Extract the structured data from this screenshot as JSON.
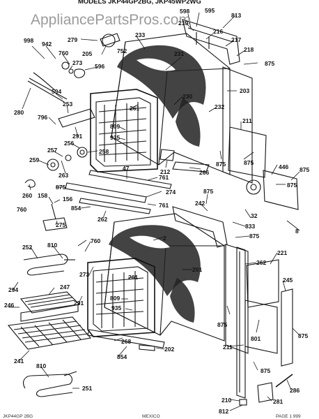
{
  "header": {
    "title": "MODELS JKP44GP2BG, JKP45WP2WG"
  },
  "watermark": {
    "text": "AppliancePartsPros.com"
  },
  "footer": {
    "left": "JKP44GP 2BG",
    "center": "MEXICO",
    "right": "PAGE 1 999"
  },
  "parts": [
    {
      "id": "p598",
      "label": "598"
    },
    {
      "id": "p595",
      "label": "595"
    },
    {
      "id": "p813",
      "label": "813"
    },
    {
      "id": "p219",
      "label": "219"
    },
    {
      "id": "p216",
      "label": "216"
    },
    {
      "id": "p217",
      "label": "217"
    },
    {
      "id": "p218",
      "label": "218"
    },
    {
      "id": "p875a",
      "label": "875"
    },
    {
      "id": "p998",
      "label": "998"
    },
    {
      "id": "p942",
      "label": "942"
    },
    {
      "id": "p279",
      "label": "279"
    },
    {
      "id": "p233",
      "label": "233"
    },
    {
      "id": "p760a",
      "label": "760"
    },
    {
      "id": "p205",
      "label": "205"
    },
    {
      "id": "p752",
      "label": "752"
    },
    {
      "id": "p273a",
      "label": "273"
    },
    {
      "id": "p231",
      "label": "231"
    },
    {
      "id": "p596",
      "label": "596"
    },
    {
      "id": "p594",
      "label": "594"
    },
    {
      "id": "p230",
      "label": "230"
    },
    {
      "id": "p203",
      "label": "203"
    },
    {
      "id": "p280",
      "label": "280"
    },
    {
      "id": "p253",
      "label": "253"
    },
    {
      "id": "p261a",
      "label": "261"
    },
    {
      "id": "p232",
      "label": "232"
    },
    {
      "id": "p796",
      "label": "796"
    },
    {
      "id": "p291a",
      "label": "291"
    },
    {
      "id": "p809a",
      "label": "809"
    },
    {
      "id": "p935a",
      "label": "935"
    },
    {
      "id": "p211a",
      "label": "211"
    },
    {
      "id": "p256",
      "label": "256"
    },
    {
      "id": "p257",
      "label": "257"
    },
    {
      "id": "p258",
      "label": "258"
    },
    {
      "id": "p212",
      "label": "212"
    },
    {
      "id": "p266",
      "label": "266"
    },
    {
      "id": "p875b",
      "label": "875"
    },
    {
      "id": "p875c",
      "label": "875"
    },
    {
      "id": "p259",
      "label": "259"
    },
    {
      "id": "p263",
      "label": "263"
    },
    {
      "id": "p47",
      "label": "47"
    },
    {
      "id": "p446",
      "label": "446"
    },
    {
      "id": "p875d",
      "label": "875"
    },
    {
      "id": "p761a",
      "label": "761"
    },
    {
      "id": "p260",
      "label": "260"
    },
    {
      "id": "p875e",
      "label": "875"
    },
    {
      "id": "p274",
      "label": "274"
    },
    {
      "id": "p158",
      "label": "158"
    },
    {
      "id": "p156",
      "label": "156"
    },
    {
      "id": "p875f",
      "label": "875"
    },
    {
      "id": "p875g",
      "label": "875"
    },
    {
      "id": "p854a",
      "label": "854"
    },
    {
      "id": "p761b",
      "label": "761"
    },
    {
      "id": "p242",
      "label": "242"
    },
    {
      "id": "p760b",
      "label": "760"
    },
    {
      "id": "p262a",
      "label": "262"
    },
    {
      "id": "p32",
      "label": "32"
    },
    {
      "id": "p275",
      "label": "275"
    },
    {
      "id": "p833",
      "label": "833"
    },
    {
      "id": "p8",
      "label": "8"
    },
    {
      "id": "p2",
      "label": "2"
    },
    {
      "id": "p875h",
      "label": "875"
    },
    {
      "id": "p252",
      "label": "252"
    },
    {
      "id": "p810a",
      "label": "810"
    },
    {
      "id": "p760c",
      "label": "760"
    },
    {
      "id": "p221",
      "label": "221"
    },
    {
      "id": "p262b",
      "label": "262"
    },
    {
      "id": "p201",
      "label": "201"
    },
    {
      "id": "p294",
      "label": "294"
    },
    {
      "id": "p273b",
      "label": "273"
    },
    {
      "id": "p261b",
      "label": "261"
    },
    {
      "id": "p245",
      "label": "245"
    },
    {
      "id": "p247",
      "label": "247"
    },
    {
      "id": "p291b",
      "label": "291"
    },
    {
      "id": "p809b",
      "label": "809"
    },
    {
      "id": "p246",
      "label": "246"
    },
    {
      "id": "p935b",
      "label": "935"
    },
    {
      "id": "p875i",
      "label": "875"
    },
    {
      "id": "p801",
      "label": "801"
    },
    {
      "id": "p875j",
      "label": "875"
    },
    {
      "id": "p268",
      "label": "268"
    },
    {
      "id": "p202",
      "label": "202"
    },
    {
      "id": "p211b",
      "label": "211"
    },
    {
      "id": "p241",
      "label": "241"
    },
    {
      "id": "p854b",
      "label": "854"
    },
    {
      "id": "p810b",
      "label": "810"
    },
    {
      "id": "p875k",
      "label": "875"
    },
    {
      "id": "p251",
      "label": "251"
    },
    {
      "id": "p286",
      "label": "286"
    },
    {
      "id": "p210",
      "label": "210"
    },
    {
      "id": "p281",
      "label": "281"
    },
    {
      "id": "p812",
      "label": "812"
    }
  ]
}
